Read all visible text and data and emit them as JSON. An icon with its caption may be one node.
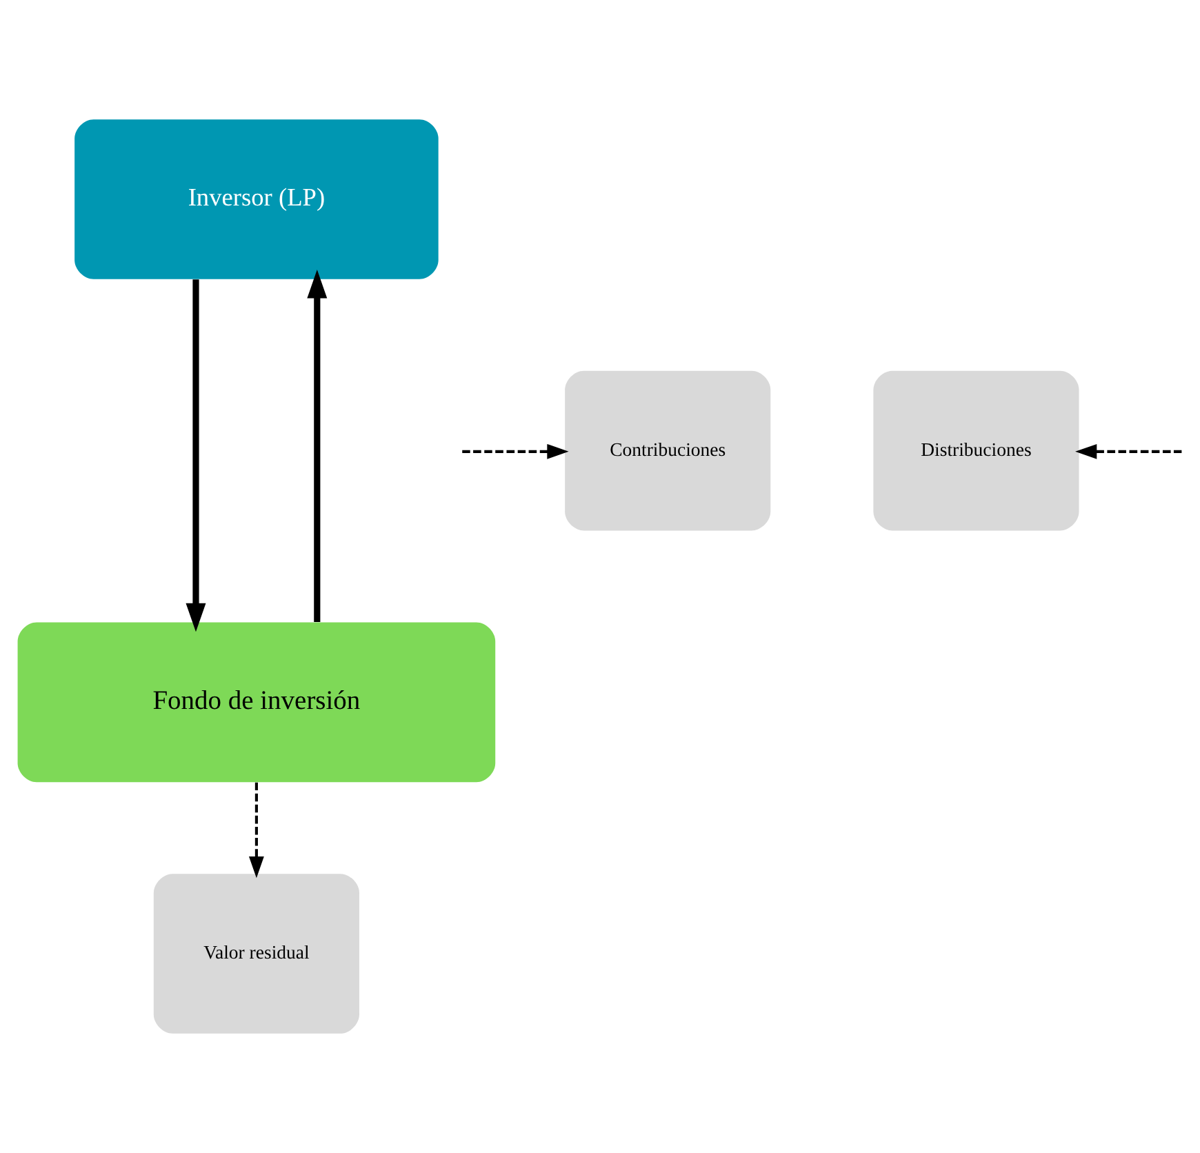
{
  "diagram": {
    "nodes": [
      {
        "text": [
          "Inversor (LP)"
        ]
      },
      {
        "text": [
          "Contribuciones"
        ]
      },
      {
        "text": [
          "Distribuciones"
        ]
      },
      {
        "text": [
          "Fondo de inversión"
        ]
      },
      {
        "text": [
          "Valor residual"
        ]
      }
    ],
    "edges": [
      {
        "from": 0,
        "to": 3,
        "arrow": "to",
        "style": "thick"
      },
      {
        "from": 3,
        "to": 0,
        "arrow": "to",
        "style": "thick"
      },
      {
        "from": null,
        "to": 1,
        "arrow": "to",
        "style": "dashed"
      },
      {
        "from": null,
        "to": 2,
        "arrow": "to",
        "style": "dashed"
      },
      {
        "from": 3,
        "to": 4,
        "arrow": "to",
        "style": "dashed"
      }
    ]
  }
}
